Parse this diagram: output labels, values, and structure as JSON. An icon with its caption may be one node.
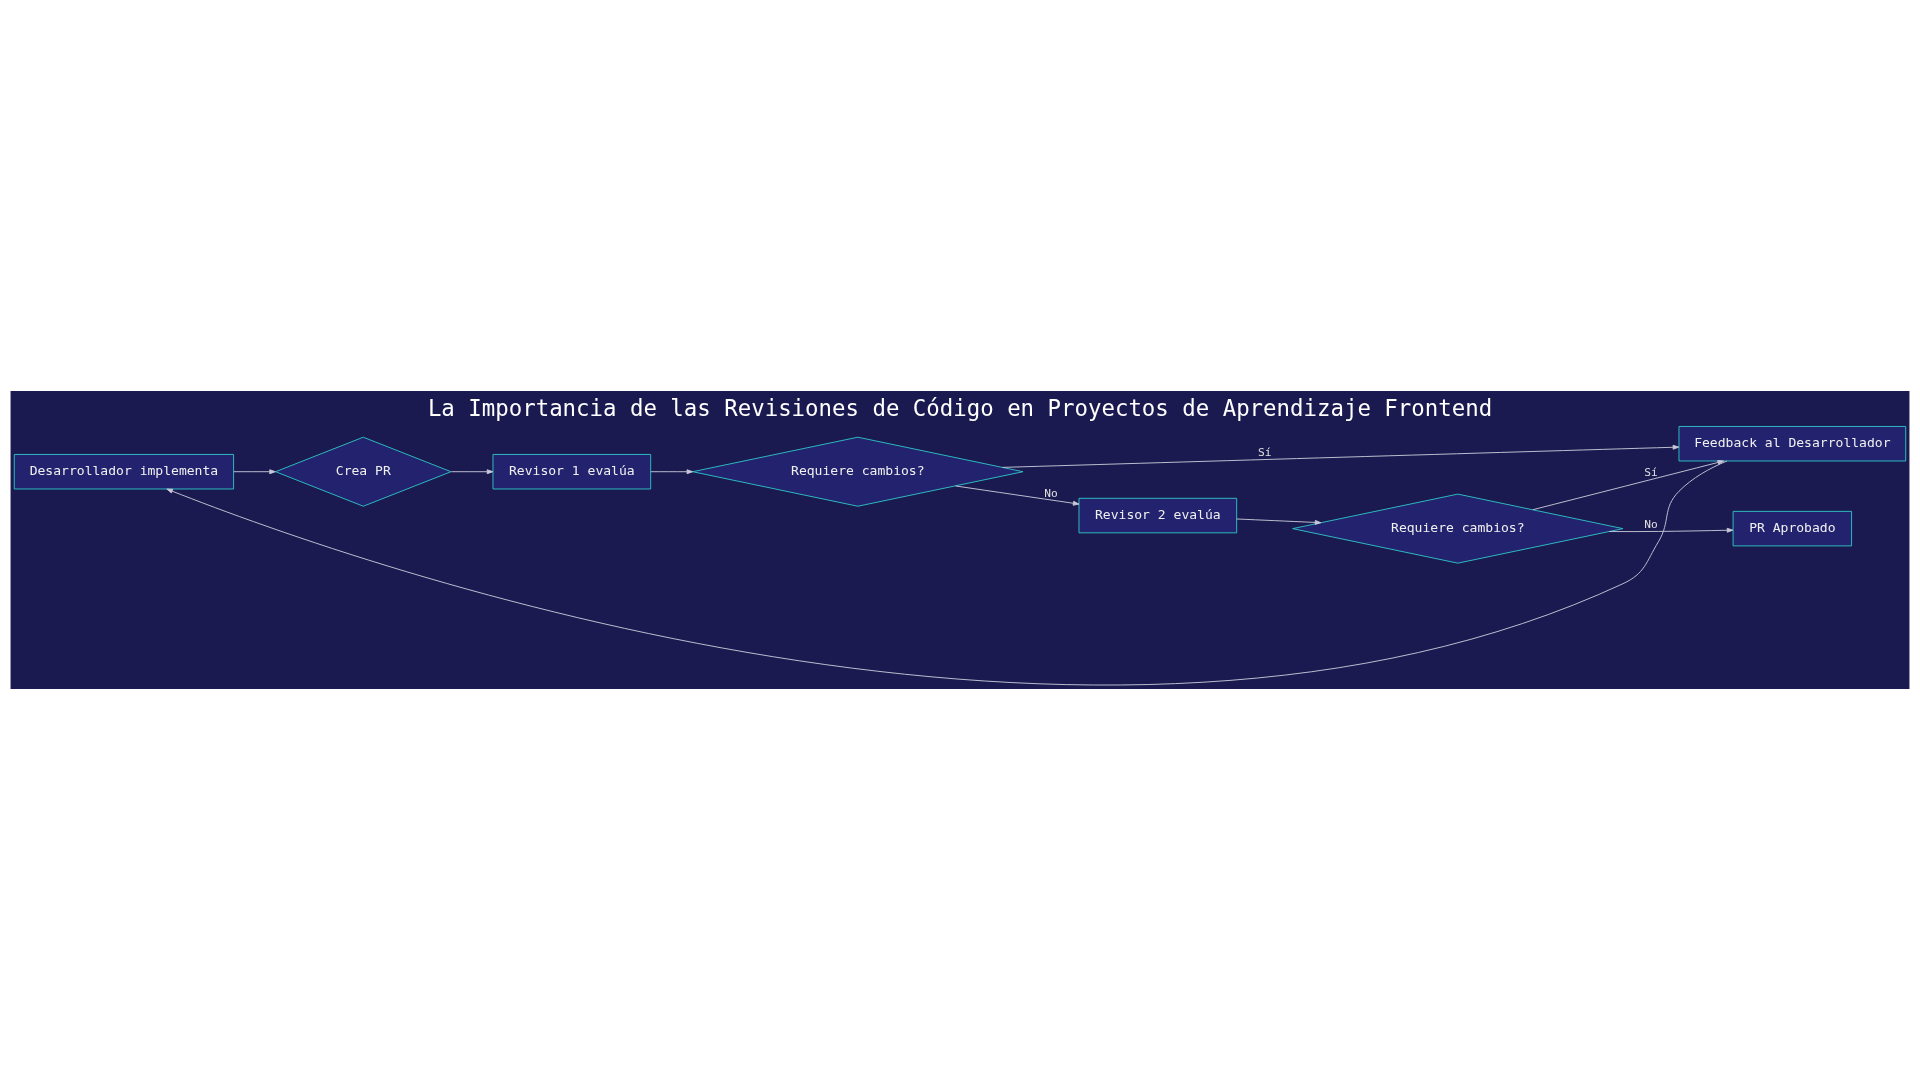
{
  "diagram": {
    "title": "La Importancia de las Revisiones de Código en Proyectos de Aprendizaje Frontend",
    "nodes": [
      {
        "text": [
          "Desarrollador implementa"
        ]
      },
      {
        "text": [
          "Crea PR"
        ]
      },
      {
        "text": [
          "Revisor 1 evalúa"
        ]
      },
      {
        "text": [
          "Requiere cambios?"
        ]
      },
      {
        "text": [
          "Revisor 2 evalúa"
        ]
      },
      {
        "text": [
          "Requiere cambios?"
        ]
      },
      {
        "text": [
          "Feedback al Desarrollador"
        ]
      },
      {
        "text": [
          "PR Aprobado"
        ]
      }
    ],
    "edges": [
      {
        "from": 0,
        "to": 1,
        "arrow": "to"
      },
      {
        "from": 1,
        "to": 2,
        "arrow": "to"
      },
      {
        "from": 2,
        "to": 3,
        "arrow": "to"
      },
      {
        "from": 3,
        "to": 6,
        "arrow": "to",
        "label": "Sí"
      },
      {
        "from": 3,
        "to": 4,
        "arrow": "to",
        "label": "No"
      },
      {
        "from": 4,
        "to": 5,
        "arrow": "to"
      },
      {
        "from": 5,
        "to": 6,
        "arrow": "to",
        "label": "Sí"
      },
      {
        "from": 5,
        "to": 7,
        "arrow": "to",
        "label": "No"
      },
      {
        "from": 6,
        "to": 0,
        "arrow": "to"
      }
    ]
  }
}
